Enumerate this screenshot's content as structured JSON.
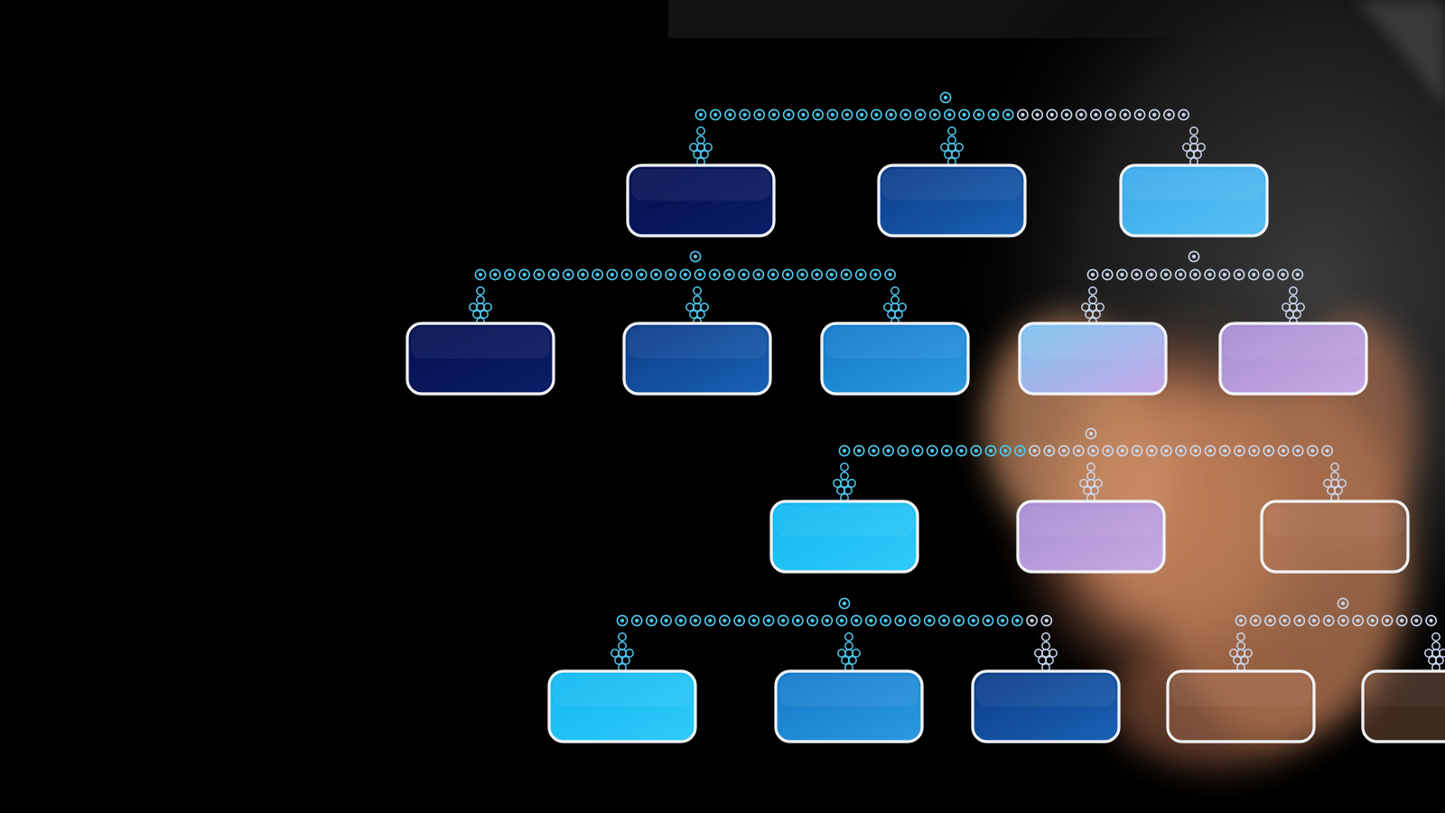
{
  "diagram": {
    "type": "org-chart",
    "levels": [
      {
        "level": 1,
        "boxes": [
          {
            "fill": "dark-navy"
          },
          {
            "fill": "navy-blue"
          },
          {
            "fill": "sky-blue"
          }
        ]
      },
      {
        "level": 2,
        "boxes": [
          {
            "fill": "dark-navy"
          },
          {
            "fill": "navy-blue"
          },
          {
            "fill": "medium-blue"
          },
          {
            "fill": "sky-lavender"
          },
          {
            "fill": "lavender"
          }
        ]
      },
      {
        "level": 3,
        "boxes": [
          {
            "fill": "cyan"
          },
          {
            "fill": "lavender"
          },
          {
            "fill": "translucent"
          }
        ]
      },
      {
        "level": 4,
        "boxes": [
          {
            "fill": "cyan"
          },
          {
            "fill": "medium-blue"
          },
          {
            "fill": "navy-blue"
          },
          {
            "fill": "translucent"
          },
          {
            "fill": "translucent"
          }
        ]
      }
    ],
    "colors": {
      "background": "#000000",
      "box_border": "#f2f4f8",
      "connector_dot": "#4fc8ee",
      "connector_dot_pale": "#c9d6ec",
      "dark-navy": "#050f4f",
      "navy-blue": "#0b3a86",
      "medium-blue": "#1478c8",
      "sky-blue": "#3aa9e8",
      "cyan": "#12b8f0",
      "sky-lavender": "#7ac4f0",
      "lavender": "#a48cd2",
      "translucent": "rgba(180,120,90,0.35)"
    },
    "background_elements": [
      "pointing-hand-photo",
      "dark-suit"
    ]
  }
}
